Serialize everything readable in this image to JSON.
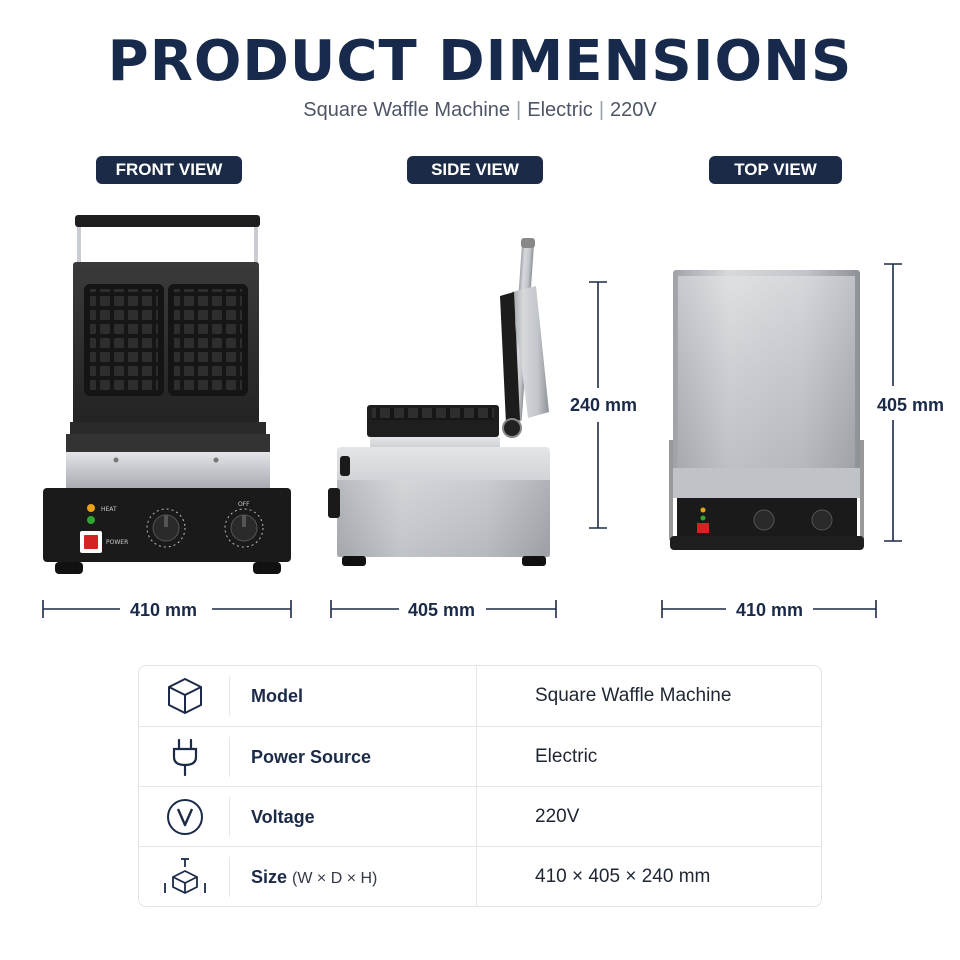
{
  "header": {
    "title": "PRODUCT DIMENSIONS",
    "subtitle_parts": [
      "Square Waffle Machine",
      "Electric",
      "220V"
    ],
    "separator": "|"
  },
  "views": [
    {
      "label": "FRONT VIEW",
      "width_label": "410 mm"
    },
    {
      "label": "SIDE VIEW",
      "width_label": "405 mm",
      "height_label": "240 mm"
    },
    {
      "label": "TOP VIEW",
      "width_label": "410 mm",
      "height_label": "405 mm"
    }
  ],
  "control_panel": {
    "heat": "HEAT",
    "power": "POWER",
    "off": "OFF"
  },
  "specs": [
    {
      "icon": "cube-icon",
      "label": "Model",
      "unit": "",
      "value": "Square Waffle Machine"
    },
    {
      "icon": "plug-icon",
      "label": "Power Source",
      "unit": "",
      "value": "Electric"
    },
    {
      "icon": "voltage-icon",
      "label": "Voltage",
      "unit": "",
      "value": "220V"
    },
    {
      "icon": "size-box-icon",
      "label": "Size",
      "unit": "(W × D × H)",
      "value": "410 × 405 × 240 mm"
    }
  ],
  "colors": {
    "navy": "#1b2a47",
    "steel": "#c9ccd0",
    "black": "#1a1a1a",
    "power_switch": "#d42323",
    "heat_light": "#e8a317",
    "ready_light": "#33a532"
  }
}
